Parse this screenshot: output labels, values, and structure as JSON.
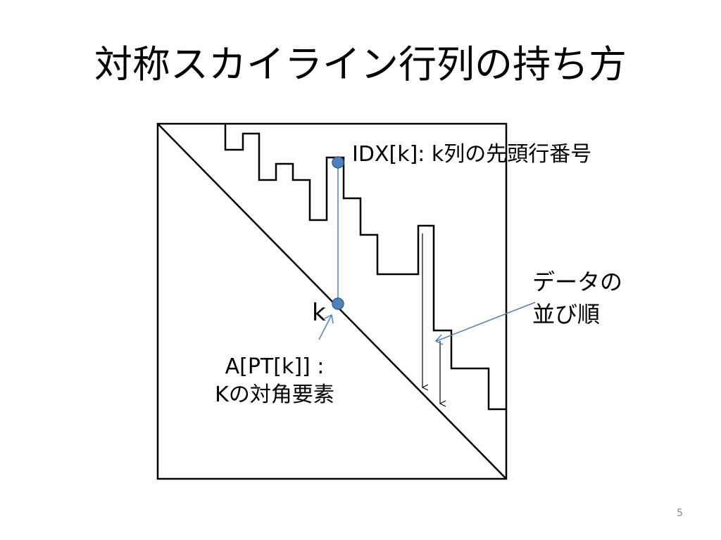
{
  "slide": {
    "title": "対称スカイライン行列の持ち方",
    "page_number": "5"
  },
  "labels": {
    "idx": "IDX[k]:  k列の先頭行番号",
    "k": "k",
    "apt_line1": "A[PT[k]] :",
    "apt_line2": "Kの対角要素",
    "order_line1": "データの",
    "order_line2": "並び順"
  },
  "colors": {
    "outline": "#000000",
    "accent_line": "#4f81bd",
    "marker_fill": "#4f81bd",
    "marker_stroke": "#385d8a"
  }
}
